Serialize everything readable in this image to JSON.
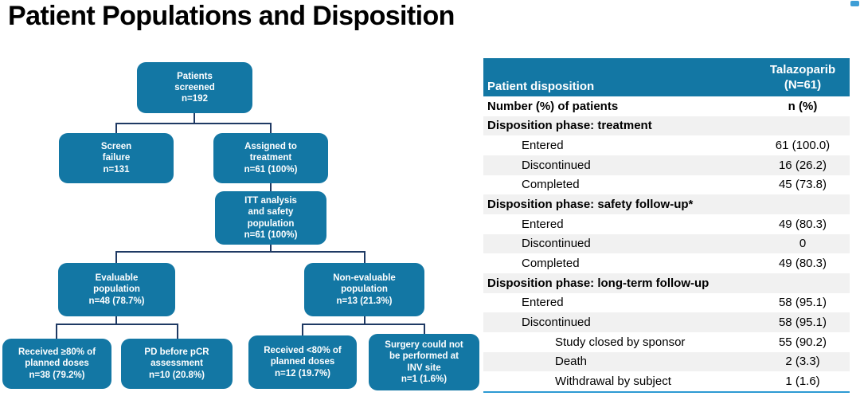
{
  "title": "Patient Populations and Disposition",
  "colors": {
    "box_fill": "#1377a4",
    "connector": "#1f3a64",
    "header_bg": "#1377a4",
    "row_alt": "#f1f1f1",
    "table_border": "#2d9ad3",
    "text_on_blue": "#ffffff"
  },
  "flowchart": {
    "boxes": [
      {
        "id": "patients-screened",
        "lines": [
          "Patients",
          "screened",
          "n=192"
        ]
      },
      {
        "id": "screen-failure",
        "lines": [
          "Screen",
          "failure",
          "n=131"
        ]
      },
      {
        "id": "assigned-treatment",
        "lines": [
          "Assigned to",
          "treatment",
          "n=61 (100%)"
        ]
      },
      {
        "id": "itt-population",
        "lines": [
          "ITT analysis",
          "and safety",
          "population",
          "n=61 (100%)"
        ]
      },
      {
        "id": "evaluable-population",
        "lines": [
          "Evaluable",
          "population",
          "n=48 (78.7%)"
        ]
      },
      {
        "id": "non-evaluable-population",
        "lines": [
          "Non-evaluable",
          "population",
          "n=13 (21.3%)"
        ]
      },
      {
        "id": "received-ge80",
        "lines": [
          "Received ≥80% of",
          "planned doses",
          "n=38 (79.2%)"
        ]
      },
      {
        "id": "pd-before-pcr",
        "lines": [
          "PD before pCR",
          "assessment",
          "n=10 (20.8%)"
        ]
      },
      {
        "id": "received-lt80",
        "lines": [
          "Received <80% of",
          "planned doses",
          "n=12 (19.7%)"
        ]
      },
      {
        "id": "surgery-not-performed",
        "lines": [
          "Surgery could not",
          "be performed at",
          "INV site",
          "n=1 (1.6%)"
        ]
      }
    ]
  },
  "table": {
    "header": {
      "col1": "Patient disposition",
      "col2_line1": "Talazoparib",
      "col2_line2": "(N=61)"
    },
    "rows": [
      {
        "label": "Number (%) of patients",
        "value": "n (%)",
        "indent": 0,
        "bold": true
      },
      {
        "label": "Disposition phase: treatment",
        "value": "",
        "indent": 0,
        "bold": true
      },
      {
        "label": "Entered",
        "value": "61 (100.0)",
        "indent": 1,
        "bold": false
      },
      {
        "label": "Discontinued",
        "value": "16 (26.2)",
        "indent": 1,
        "bold": false
      },
      {
        "label": "Completed",
        "value": "45 (73.8)",
        "indent": 1,
        "bold": false
      },
      {
        "label": "Disposition phase: safety follow-up*",
        "value": "",
        "indent": 0,
        "bold": true
      },
      {
        "label": "Entered",
        "value": "49 (80.3)",
        "indent": 1,
        "bold": false
      },
      {
        "label": "Discontinued",
        "value": "0",
        "indent": 1,
        "bold": false
      },
      {
        "label": "Completed",
        "value": "49 (80.3)",
        "indent": 1,
        "bold": false
      },
      {
        "label": "Disposition phase: long-term follow-up",
        "value": "",
        "indent": 0,
        "bold": true
      },
      {
        "label": "Entered",
        "value": "58 (95.1)",
        "indent": 1,
        "bold": false
      },
      {
        "label": "Discontinued",
        "value": "58 (95.1)",
        "indent": 1,
        "bold": false
      },
      {
        "label": "Study closed by sponsor",
        "value": "55 (90.2)",
        "indent": 2,
        "bold": false
      },
      {
        "label": "Death",
        "value": "2 (3.3)",
        "indent": 2,
        "bold": false
      },
      {
        "label": "Withdrawal by subject",
        "value": "1 (1.6)",
        "indent": 2,
        "bold": false
      }
    ]
  }
}
